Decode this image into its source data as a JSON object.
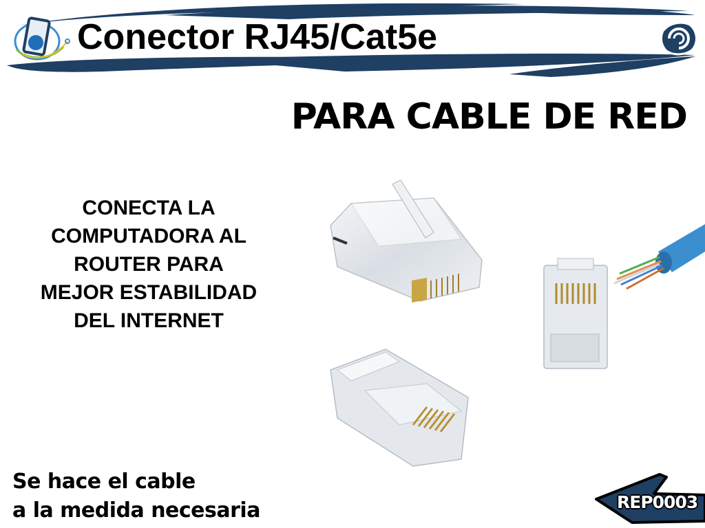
{
  "header": {
    "title": "Conector RJ45/Cat5e",
    "brand_color": "#1f3f63",
    "logo_icon": "phone-circuit-logo-icon",
    "corner_icon": "swirl-logo-icon"
  },
  "main": {
    "subtitle": "PARA CABLE DE RED",
    "description_lines": [
      "CONECTA LA",
      "COMPUTADORA AL",
      "ROUTER PARA",
      "MEJOR ESTABILIDAD",
      "DEL INTERNET"
    ],
    "images": [
      {
        "name": "rj45-connector-side-view"
      },
      {
        "name": "rj45-connector-with-blue-cable"
      },
      {
        "name": "rj45-connector-top-view"
      }
    ]
  },
  "footer": {
    "note_lines": [
      "Se hace el cable",
      "a la medida necesaria"
    ],
    "product_code": "REP0003"
  }
}
